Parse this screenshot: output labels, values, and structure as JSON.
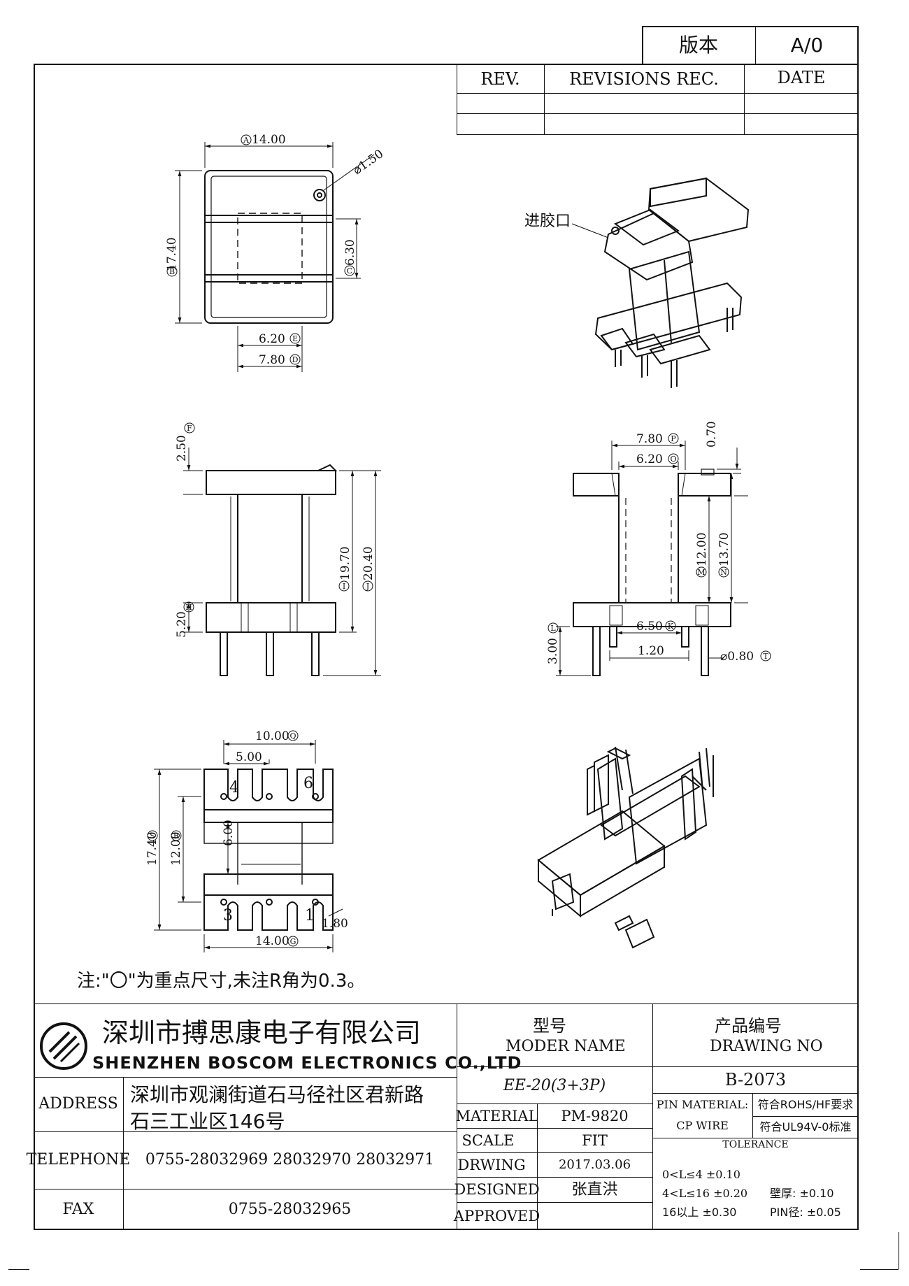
{
  "version_box": {
    "label": "版本",
    "value": "A/0"
  },
  "revisions": {
    "headers": [
      "REV.",
      "REVISIONS REC.",
      "DATE"
    ],
    "rows": [
      [
        "",
        "",
        ""
      ],
      [
        "",
        "",
        ""
      ]
    ]
  },
  "dims": {
    "top_width": "14.00",
    "hole_dia": "⌀1.50",
    "height_17_40": "17.40",
    "dim_6_30": "6.30",
    "dim_6_20": "6.20",
    "dim_7_80": "7.80",
    "side_2_50": "2.50",
    "side_19_70": "19.70",
    "side_20_40": "20.40",
    "side_5_20": "5.20",
    "front_7_80": "7.80",
    "front_6_20": "6.20",
    "front_0_70": "0.70",
    "front_12_00": "12.00",
    "front_13_70": "13.70",
    "front_6_50": "6.50",
    "front_3_00": "3.00",
    "front_1_20": "1.20",
    "pin_dia": "⌀0.80",
    "bot_10_00": "10.00",
    "bot_5_00": "5.00",
    "bot_17_40": "17.40",
    "bot_12_00": "12.00",
    "bot_6_00": "6.00",
    "bot_14_00": "14.00",
    "bot_1_80": "1.80",
    "pin4": "4",
    "pin6": "6",
    "pin3": "3",
    "pin1": "1"
  },
  "markers": {
    "A": "A",
    "B": "B",
    "C": "C",
    "D": "D",
    "E": "E",
    "F": "F",
    "G": "G",
    "H": "H",
    "I": "I",
    "J": "J",
    "K": "K",
    "L": "L",
    "M": "M",
    "N": "N",
    "O": "O",
    "P": "P",
    "Q": "Q",
    "R": "R",
    "S": "S",
    "T": "T"
  },
  "gate_label": "进胶口",
  "note": "注:\"〇\"为重点尺寸,未注R角为0.3。",
  "company": {
    "name_cn": "深圳市搏思康电子有限公司",
    "name_en": "SHENZHEN BOSCOM ELECTRONICS CO.,LTD"
  },
  "info": {
    "address_label": "ADDRESS",
    "address_line1": "深圳市观澜街道石马径社区君新路",
    "address_line2": "石三工业区146号",
    "telephone_label": "TELEPHONE",
    "telephone": "0755-28032969 28032970 28032971",
    "fax_label": "FAX",
    "fax": "0755-28032965"
  },
  "model": {
    "label_cn": "型号",
    "label_en": "MODER NAME",
    "value": "EE-20(3+3P)"
  },
  "drawing": {
    "label_cn": "产品编号",
    "label_en": "DRAWING NO",
    "value": "B-2073"
  },
  "details": {
    "material_label": "MATERIAL",
    "material": "PM-9820",
    "scale_label": "SCALE",
    "scale": "FIT",
    "drwing_label": "DRWING",
    "drwing": "2017.03.06",
    "designed_label": "DESIGNED",
    "designed": "张直洪",
    "approved_label": "APPROVED",
    "approved": ""
  },
  "pin": {
    "material_label": "PIN MATERIAL:",
    "cp_wire": "CP WIRE",
    "rohs": "符合ROHS/HF要求",
    "ul": "符合UL94V-0标准",
    "tolerance_label": "TOLERANCE",
    "tol1": "0<L≤4  ±0.10",
    "tol2": "4<L≤16  ±0.20",
    "tol3": "16以上    ±0.30",
    "wall": "壁厚:  ±0.10",
    "pin_dia": "PIN径: ±0.05"
  }
}
